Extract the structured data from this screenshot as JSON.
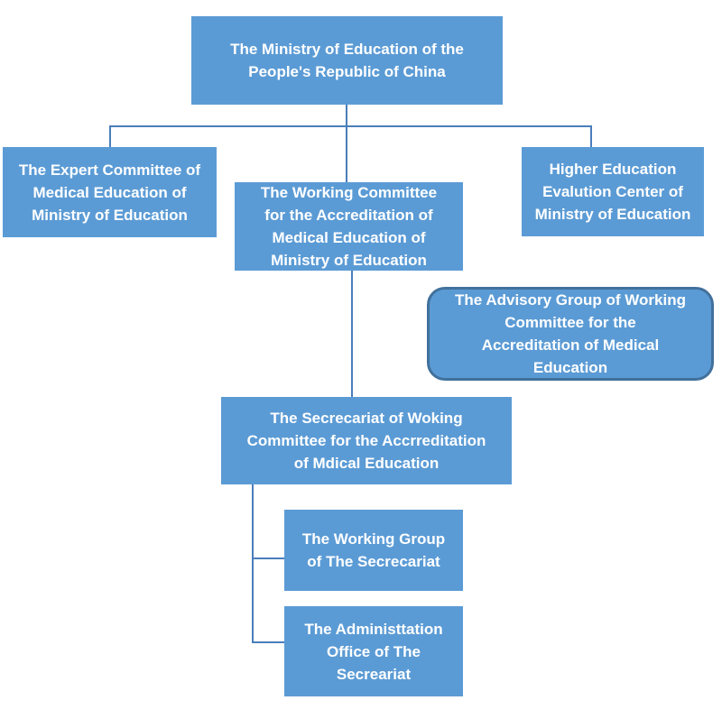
{
  "diagram": {
    "type": "org-chart",
    "colors": {
      "box_fill": "#5b9bd5",
      "box_text": "#ffffff",
      "connector": "#4a7ebb",
      "advisory_border": "#41719c",
      "background": "#ffffff"
    },
    "nodes": {
      "ministry": {
        "lines": [
          "The Ministry of Education of the",
          "People's Republic of China"
        ]
      },
      "expert": {
        "lines": [
          "The Expert Committee of",
          "Medical Education of",
          "Ministry of Education"
        ]
      },
      "working": {
        "lines": [
          "The Working Committee",
          "for the Accreditation of",
          "Medical Education of",
          "Ministry of Education"
        ]
      },
      "higher": {
        "lines": [
          "Higher Education",
          "Evalution Center of",
          "Ministry of Education"
        ]
      },
      "advisory": {
        "lines": [
          "The Advisory Group of Working",
          "Committee for the",
          "Accreditation of Medical",
          "Education"
        ]
      },
      "secretariat": {
        "lines": [
          "The Secrecariat of Woking",
          "Committee for  the Accrreditation",
          "of Mdical Education"
        ]
      },
      "working_group": {
        "lines": [
          "The Working Group",
          "of The Secrecariat"
        ]
      },
      "admin_office": {
        "lines": [
          "The Administtation",
          "Office of The",
          "Secreariat"
        ]
      }
    },
    "edges": [
      {
        "from": "ministry",
        "to": "expert"
      },
      {
        "from": "ministry",
        "to": "working"
      },
      {
        "from": "ministry",
        "to": "higher"
      },
      {
        "from": "working",
        "to": "secretariat"
      },
      {
        "from": "secretariat",
        "to": "working_group"
      },
      {
        "from": "secretariat",
        "to": "admin_office"
      }
    ]
  }
}
